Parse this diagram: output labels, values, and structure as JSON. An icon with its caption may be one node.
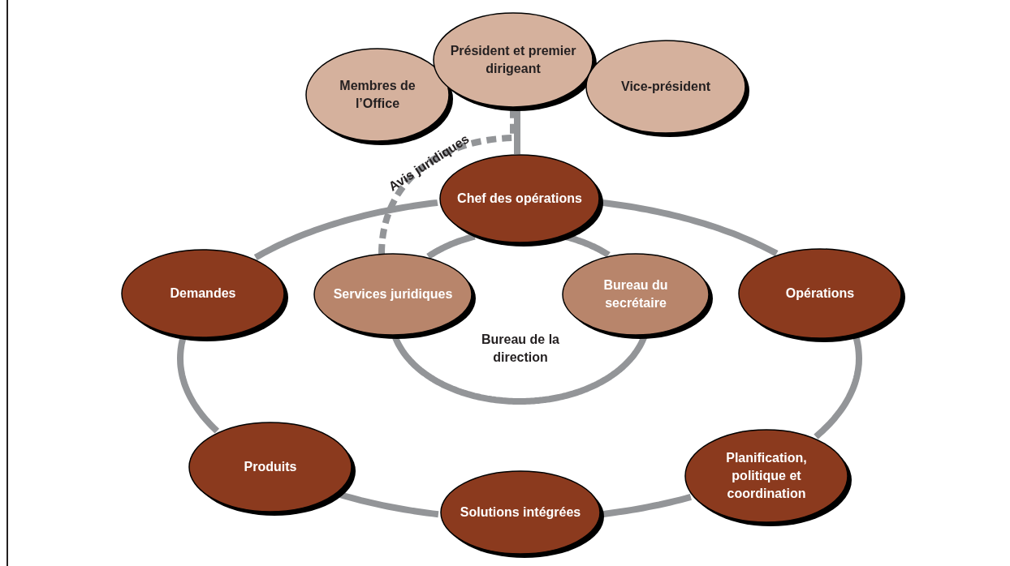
{
  "diagram": {
    "nodes": [
      {
        "text": [
          "Membres de l’Office"
        ]
      },
      {
        "text": [
          "Président et premier dirigeant"
        ]
      },
      {
        "text": [
          "Vice-président"
        ]
      },
      {
        "text": [
          "Chef des opérations"
        ]
      },
      {
        "text": [
          "Demandes"
        ]
      },
      {
        "text": [
          "Services juridiques"
        ]
      },
      {
        "text": [
          "Bureau du secrétaire"
        ]
      },
      {
        "text": [
          "Opérations"
        ]
      },
      {
        "text": [
          "Produits"
        ]
      },
      {
        "text": [
          "Solutions intégrées"
        ]
      },
      {
        "text": [
          "Planification, politique et coordination"
        ]
      }
    ],
    "edges": [
      {
        "from": 1,
        "to": 3,
        "arrow": "none"
      },
      {
        "from": 5,
        "to": 1,
        "arrow": "none",
        "style": "dashed",
        "label": "Avis juridiques"
      },
      {
        "from": 3,
        "to": 7,
        "arrow": "none"
      },
      {
        "from": 7,
        "to": 10,
        "arrow": "none"
      },
      {
        "from": 10,
        "to": 9,
        "arrow": "none"
      },
      {
        "from": 9,
        "to": 8,
        "arrow": "none"
      },
      {
        "from": 8,
        "to": 4,
        "arrow": "none"
      },
      {
        "from": 4,
        "to": 3,
        "arrow": "none"
      },
      {
        "from": 3,
        "to": 6,
        "arrow": "none"
      },
      {
        "from": 6,
        "to": 5,
        "arrow": "none"
      },
      {
        "from": 5,
        "to": 3,
        "arrow": "none"
      }
    ],
    "labels": [
      "Bureau de la direction"
    ]
  }
}
